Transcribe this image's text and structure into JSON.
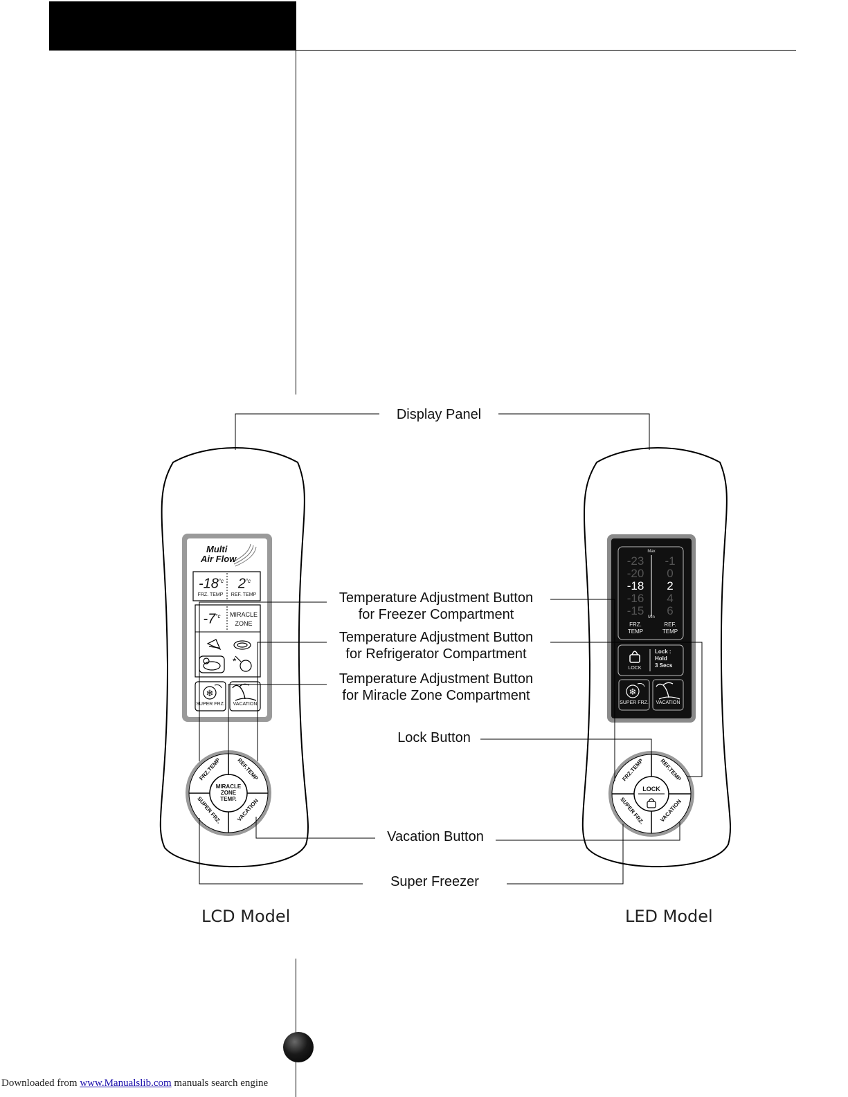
{
  "callouts": {
    "display_panel": "Display Panel",
    "freezer_line1": "Temperature Adjustment Button",
    "freezer_line2": "for Freezer Compartment",
    "refrigerator_line1": "Temperature Adjustment Button",
    "refrigerator_line2": "for Refrigerator Compartment",
    "miracle_line1": "Temperature Adjustment Button",
    "miracle_line2": "for Miracle Zone Compartment",
    "lock_button": "Lock Button",
    "vacation_button": "Vacation Button",
    "super_freezer": "Super Freezer"
  },
  "models": {
    "lcd": "LCD Model",
    "led": "LED Model"
  },
  "lcd_panel": {
    "logo_line1": "Multi",
    "logo_line2": "Air Flow",
    "frz_value": "-18",
    "ref_value": "2",
    "unit": "°c",
    "frz_label": "FRZ. TEMP",
    "ref_label": "REF. TEMP",
    "miracle_value": "-7",
    "miracle_label_line1": "MIRACLE",
    "miracle_label_line2": "ZONE",
    "super_frz": "SUPER FRZ.",
    "vacation": "VACATION"
  },
  "led_panel": {
    "max_label": "Max",
    "min_label": "Min",
    "frz_scale": [
      "-23",
      "-20",
      "-18",
      "-16",
      "-15"
    ],
    "ref_scale": [
      "-1",
      "0",
      "2",
      "4",
      "6"
    ],
    "frz_label_line1": "FRZ.",
    "frz_label_line2": "TEMP",
    "ref_label_line1": "REF.",
    "ref_label_line2": "TEMP",
    "lock_label": "LOCK",
    "lock_hint_line1": "Lock :",
    "lock_hint_line2": "Hold",
    "lock_hint_line3": "3 Secs",
    "super_frz": "SUPER FRZ.",
    "vacation": "VACATION"
  },
  "lcd_buttons": {
    "frz_temp": "FRZ.TEMP",
    "ref_temp": "REF.TEMP",
    "super_frz": "SUPER FRZ.",
    "vacation": "VACATION",
    "center_line1": "MIRACLE",
    "center_line2": "ZONE",
    "center_line3": "TEMP."
  },
  "led_buttons": {
    "frz_temp": "FRZ.TEMP",
    "ref_temp": "REF.TEMP",
    "super_frz": "SUPER FRZ.",
    "vacation": "VACATION",
    "center": "LOCK"
  },
  "footer": {
    "prefix": "Downloaded from",
    "link": "www.Manualslib.com",
    "suffix": " manuals search engine"
  }
}
